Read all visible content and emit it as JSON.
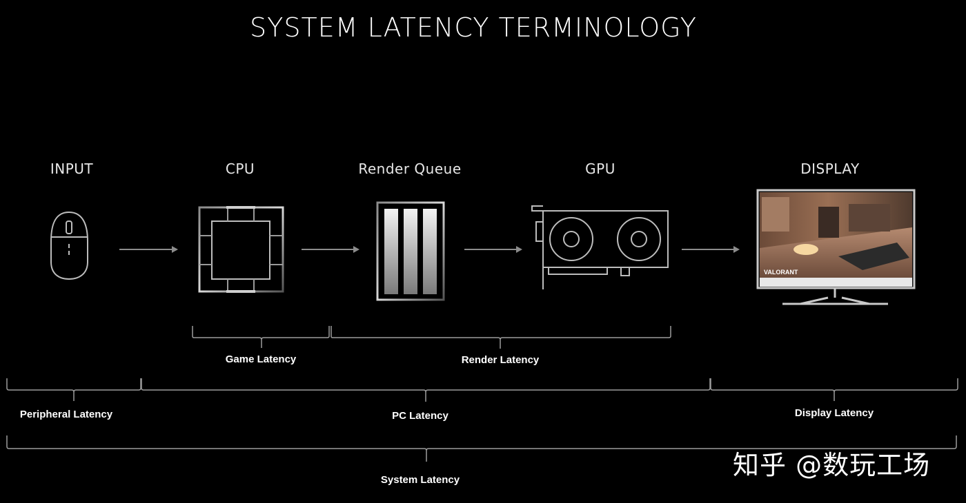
{
  "title": "SYSTEM LATENCY TERMINOLOGY",
  "stages": [
    {
      "label": "INPUT",
      "icon": "mouse-icon"
    },
    {
      "label": "CPU",
      "icon": "cpu-icon"
    },
    {
      "label": "Render Queue",
      "icon": "render-queue-icon"
    },
    {
      "label": "GPU",
      "icon": "gpu-icon"
    },
    {
      "label": "DISPLAY",
      "icon": "monitor-icon"
    }
  ],
  "latencies": {
    "game": "Game Latency",
    "render": "Render Latency",
    "peripheral": "Peripheral Latency",
    "pc": "PC Latency",
    "display": "Display Latency",
    "system": "System Latency"
  },
  "screen_logo": "VALORANT",
  "watermark": "知乎 @数玩工场",
  "colors": {
    "background": "#000000",
    "stroke": "#bdbdbd",
    "text": "#ffffff"
  }
}
